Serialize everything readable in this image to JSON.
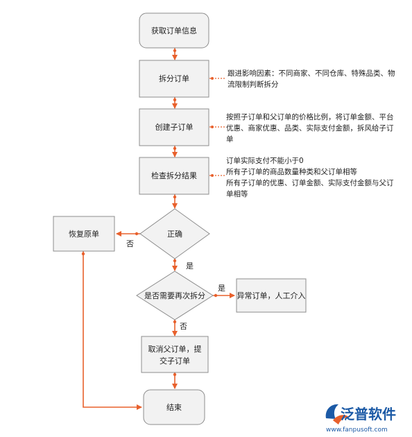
{
  "nodes": {
    "get_order": "获取订单信息",
    "split_order": "拆分订单",
    "create_sub": "创建子订单",
    "check_result": "检查拆分结果",
    "correct": "正确",
    "restore": "恢复原单",
    "resplit": "是否需要再次拆分",
    "abnormal": "异常订单，人工介入",
    "cancel_submit": [
      "取消父订单，提",
      "交子订单"
    ],
    "end": "结束"
  },
  "notes": {
    "split": [
      "跟进影响因素：不同商家、不同仓库、特殊品类、物",
      "流限制判断拆分"
    ],
    "create": [
      "按照子订单和父订单的价格比例，将订单金额、平台",
      "优惠、商家优惠、品类、实际支付金额，拆风给子订",
      "单"
    ],
    "check": [
      "订单实际支付不能小于0",
      "所有子订单的商品数量种类和父订单相等",
      "所有子订单的优惠、订单金额、实际支付金额与父订",
      "单相等"
    ]
  },
  "edge_labels": {
    "correct_no": "否",
    "correct_yes": "是",
    "resplit_yes": "是",
    "resplit_no": "否"
  },
  "logo": {
    "name": "泛普软件",
    "url": "www.fanpusoft.com"
  },
  "colors": {
    "edge": "#e8602c",
    "box_fill": "#f2f2f2",
    "box_stroke": "#8c8c8c",
    "logo": "#1c5aa6"
  }
}
